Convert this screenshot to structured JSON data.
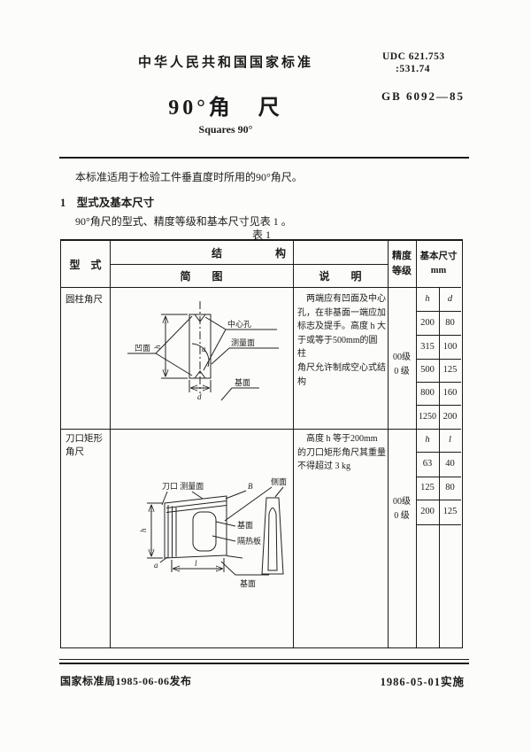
{
  "doc": {
    "org": "中华人民共和国国家标准",
    "udc1": "UDC 621.753",
    "udc2": ":531.74",
    "code": "GB 6092—85",
    "title": "90°角　尺",
    "subtitle": "Squares 90°",
    "scope": "本标准适用于检验工件垂直度时所用的90°角尺。",
    "section1_heading": "1　型式及基本尺寸",
    "section1_text": "90°角尺的型式、精度等级和基本尺寸见表 1 。",
    "table_caption": "表 1",
    "footer_left": "国家标准局1985-06-06发布",
    "footer_right": "1986-05-01实施"
  },
  "table": {
    "col_type": "型　式",
    "col_structure": "结　　　　　构",
    "col_diagram": "简　　图",
    "col_description": "说　　明",
    "col_accuracy_1": "精度",
    "col_accuracy_2": "等级",
    "col_dims_1": "基本尺寸",
    "col_dims_2": "mm",
    "rows": [
      {
        "type": "圆柱角尺",
        "desc": [
          "　两端应有凹面及中心",
          "孔，在非基面一端应加",
          "标志及提手。高度 h 大",
          "于或等于500mm的圆柱",
          "角尺允许制成空心式结",
          "构"
        ],
        "accuracy_1": "00级",
        "accuracy_2": "0 级",
        "dim_head_1": "h",
        "dim_head_2": "d",
        "values": [
          [
            "200",
            "80"
          ],
          [
            "315",
            "100"
          ],
          [
            "500",
            "125"
          ],
          [
            "800",
            "160"
          ],
          [
            "1250",
            "200"
          ]
        ]
      },
      {
        "type_1": "刀口矩形",
        "type_2": "角尺",
        "desc": [
          "　高度 h 等于200mm",
          "的刀口矩形角尺其重量",
          "不得超过 3 kg"
        ],
        "accuracy_1": "00级",
        "accuracy_2": "0 级",
        "dim_head_1": "h",
        "dim_head_2": "l",
        "values": [
          [
            "63",
            "40"
          ],
          [
            "125",
            "80"
          ],
          [
            "200",
            "125"
          ]
        ]
      }
    ]
  },
  "diagram1": {
    "center_hole": "中心孔",
    "measuring_face": "测量面",
    "concave_face": "凹面",
    "base_face": "基面",
    "dim_h": "h",
    "dim_d": "d",
    "dim_a": "a"
  },
  "diagram2": {
    "knife_edge_face": "刀口 测量面",
    "beta": "B",
    "side_face": "侧面",
    "base_face": "基面",
    "insulation": "隔热板",
    "base_face2": "基面",
    "dim_h": "h",
    "dim_l": "l",
    "dim_a": "a"
  }
}
